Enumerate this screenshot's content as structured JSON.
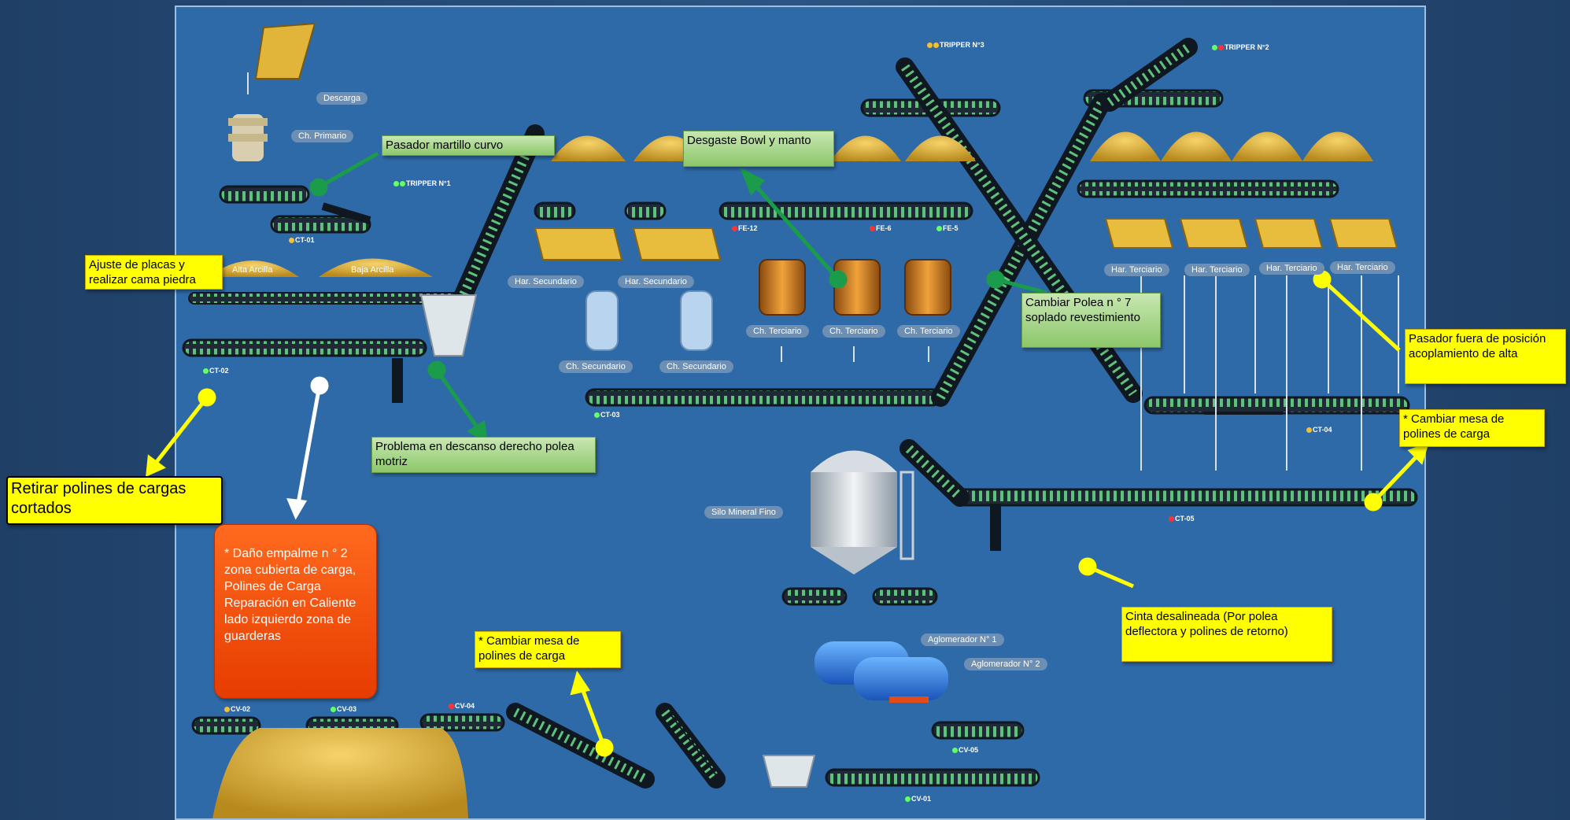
{
  "labels": {
    "descarga": "Descarga",
    "ch_primario": "Ch. Primario",
    "alta_arcilla": "Alta Arcilla",
    "baja_arcilla": "Baja Arcilla",
    "har_sec1": "Har. Secundario",
    "har_sec2": "Har. Secundario",
    "ch_sec1": "Ch. Secundario",
    "ch_sec2": "Ch. Secundario",
    "ch_ter1": "Ch. Terciario",
    "ch_ter2": "Ch. Terciario",
    "ch_ter3": "Ch. Terciario",
    "har_ter1": "Har. Terciario",
    "har_ter2": "Har. Terciario",
    "har_ter3": "Har. Terciario",
    "har_ter4": "Har. Terciario",
    "silo": "Silo Mineral Fino",
    "aglom1": "Aglomerador N° 1",
    "aglom2": "Aglomerador N° 2"
  },
  "tags": {
    "tripper1": "TRIPPER N°1",
    "tripper2": "TRIPPER N°2",
    "tripper_top": "TRIPPER N°3",
    "ct01": "CT-01",
    "ct02": "CT-02",
    "ct03": "CT-03",
    "ct04": "CT-04",
    "ct05": "CT-05",
    "cv01": "CV-01",
    "cv02": "CV-02",
    "cv03": "CV-03",
    "cv04": "CV-04",
    "cv05": "CV-05",
    "fe12": "FE-12",
    "fe6": "FE-6",
    "fe5": "FE-5"
  },
  "annotations": {
    "pasador_martillo": "Pasador martillo curvo",
    "desgaste_bowl": "Desgaste Bowl y manto",
    "ajuste_placas": "Ajuste de placas y realizar cama piedra",
    "cambiar_polea": "Cambiar Polea n ° 7 soplado revestimiento",
    "pasador_fuera": "Pasador fuera de posición acoplamiento de alta",
    "cambiar_mesa_right": "* Cambiar mesa de polines de carga",
    "problema_descanso": "Problema en descanso derecho polea motriz",
    "retirar_polines": "Retirar polines de cargas cortados",
    "dano_empalme": "* Daño empalme n ° 2 zona cubierta de carga, Polines de Carga Reparación en Caliente lado izquierdo zona de guarderas",
    "cambiar_mesa_bottom": "* Cambiar mesa de polines de carga",
    "cinta_desalineada": "Cinta desalineada (Por polea deflectora y polines de retorno)"
  }
}
